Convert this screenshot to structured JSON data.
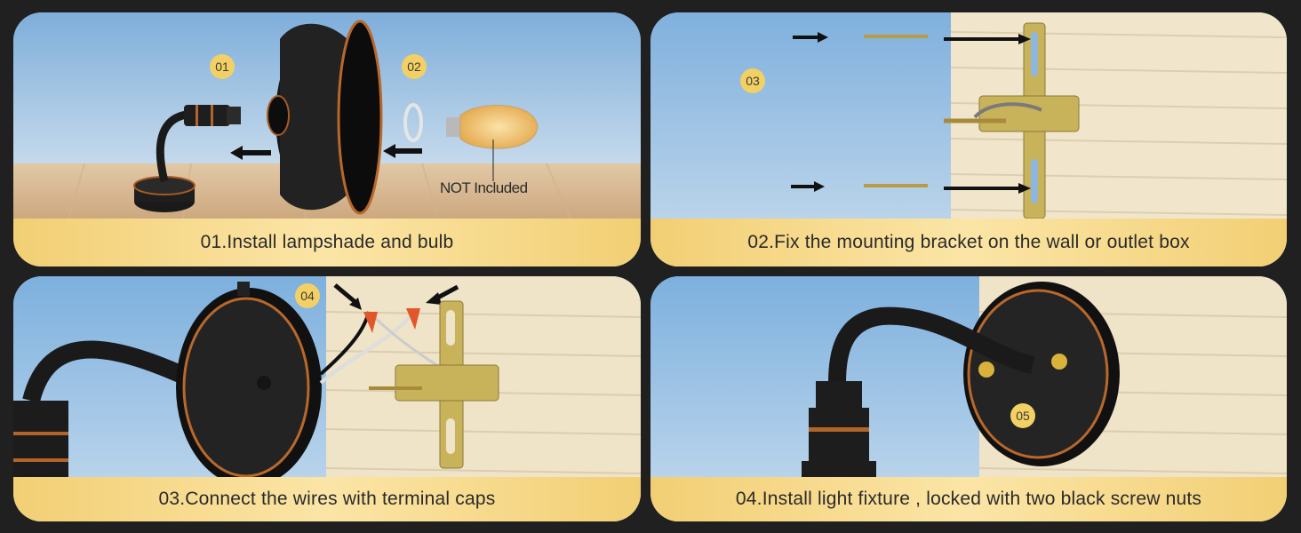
{
  "steps": [
    {
      "caption": "01.Install lampshade and bulb"
    },
    {
      "caption": "02.Fix the mounting bracket on the wall or outlet box"
    },
    {
      "caption": "03.Connect the wires with terminal caps"
    },
    {
      "caption": "04.Install light fixture , locked with two black screw nuts"
    }
  ],
  "badges": {
    "b01": "01",
    "b02": "02",
    "b03": "03",
    "b04": "04",
    "b05": "05"
  },
  "note_not_included": "NOT Included",
  "colors": {
    "frame": "#202020",
    "caption_bg": "#f9dd8f",
    "badge": "#f3d064",
    "sky": "#8fb6dc",
    "wall": "#f1e6cc",
    "fixture": "#1c1c1c",
    "trim": "#c4712a",
    "bracket": "#c9b35a"
  }
}
